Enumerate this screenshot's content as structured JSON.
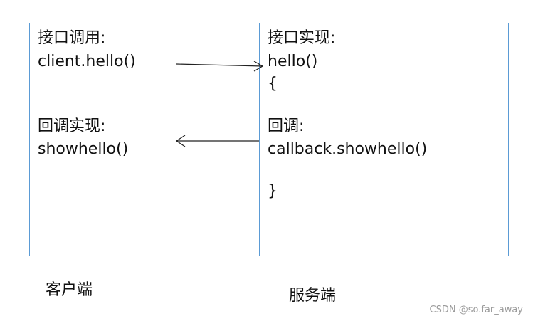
{
  "client": {
    "box_color": "#5b9bd5",
    "lines": [
      "接口调用:",
      "client.hello()",
      "回调实现:",
      "showhello()"
    ],
    "caption": "客户端"
  },
  "server": {
    "box_color": "#5b9bd5",
    "lines": [
      "接口实现:",
      "hello()",
      "{",
      "回调:",
      "callback.showhello()",
      "}"
    ],
    "caption": "服务端"
  },
  "arrows": {
    "color": "#222222",
    "request": "client-to-server",
    "callback": "server-to-client"
  },
  "watermark": "CSDN @so.far_away"
}
